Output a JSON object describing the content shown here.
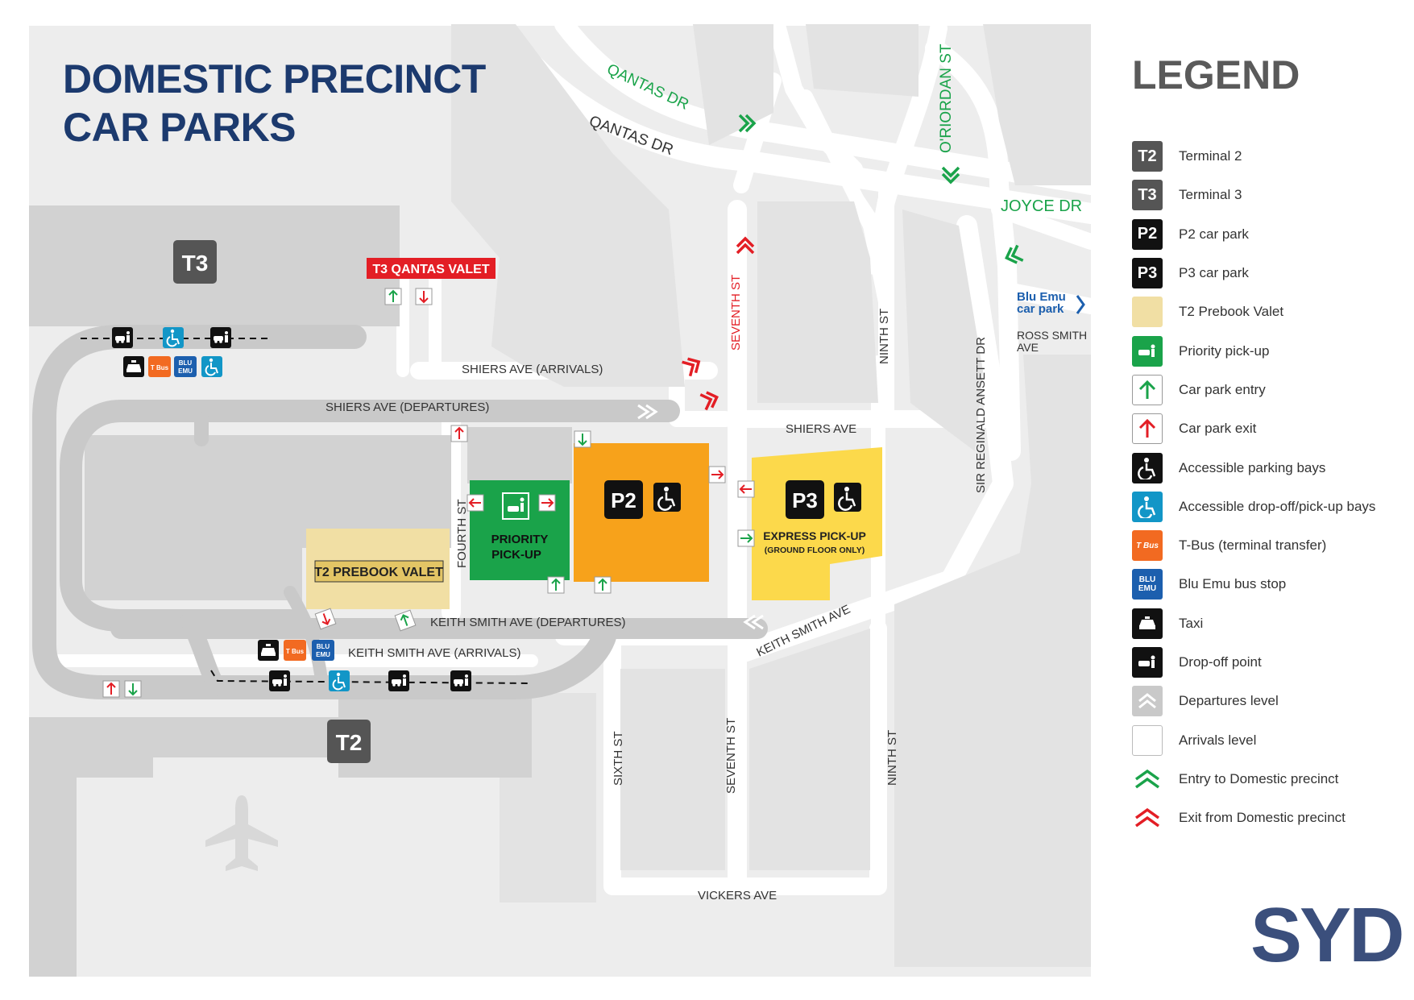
{
  "title": {
    "line1": "DOMESTIC PRECINCT",
    "line2": "CAR PARKS"
  },
  "terminals": {
    "t3": "T3",
    "t2": "T2"
  },
  "car_parks": {
    "p2": "P2",
    "p3": "P3",
    "t3_valet": "T3 QANTAS VALET",
    "t2_valet": "T2 PREBOOK VALET",
    "priority_line1": "PRIORITY",
    "priority_line2": "PICK-UP",
    "express_line1": "EXPRESS PICK-UP",
    "express_line2": "(GROUND FLOOR ONLY)",
    "blu_emu_line1": "Blu Emu",
    "blu_emu_line2": "car park"
  },
  "streets": {
    "qantas_dr_1": "QANTAS DR",
    "qantas_dr_2": "QANTAS DR",
    "oriordan": "O'RIORDAN ST",
    "joyce": "JOYCE DR",
    "seventh_top": "SEVENTH ST",
    "ninth_top": "NINTH ST",
    "ansett": "SIR REGINALD ANSETT DR",
    "ross_line1": "ROSS SMITH",
    "ross_line2": "AVE",
    "shiers_arr": "SHIERS AVE (ARRIVALS)",
    "shiers_dep": "SHIERS AVE (DEPARTURES)",
    "shiers": "SHIERS AVE",
    "fourth": "FOURTH ST",
    "keith_dep": "KEITH SMITH AVE (DEPARTURES)",
    "keith_arr": "KEITH SMITH AVE (ARRIVALS)",
    "keith": "KEITH SMITH AVE",
    "sixth": "SIXTH ST",
    "seventh_bottom": "SEVENTH ST",
    "ninth_bottom": "NINTH ST",
    "vickers": "VICKERS AVE"
  },
  "badges": {
    "tbus": "T Bus",
    "bluemu_1": "BLU",
    "bluemu_2": "EMU"
  },
  "legend": {
    "title": "LEGEND",
    "items": [
      {
        "key": "t2",
        "symbol": "T2",
        "label": "Terminal 2"
      },
      {
        "key": "t3",
        "symbol": "T3",
        "label": "Terminal 3"
      },
      {
        "key": "p2",
        "symbol": "P2",
        "label": "P2 car park"
      },
      {
        "key": "p3",
        "symbol": "P3",
        "label": "P3 car park"
      },
      {
        "key": "valet",
        "symbol": "",
        "label": "T2 Prebook Valet"
      },
      {
        "key": "priority",
        "symbol": "",
        "label": "Priority pick-up"
      },
      {
        "key": "entry",
        "symbol": "",
        "label": "Car park entry"
      },
      {
        "key": "exit",
        "symbol": "",
        "label": "Car park exit"
      },
      {
        "key": "accessible",
        "symbol": "",
        "label": "Accessible parking bays"
      },
      {
        "key": "accessible_drop",
        "symbol": "",
        "label": "Accessible drop-off/pick-up bays"
      },
      {
        "key": "tbus",
        "symbol": "",
        "label": "T-Bus (terminal transfer)"
      },
      {
        "key": "bluemu",
        "symbol": "",
        "label": "Blu Emu bus stop"
      },
      {
        "key": "taxi",
        "symbol": "",
        "label": "Taxi"
      },
      {
        "key": "dropoff",
        "symbol": "",
        "label": "Drop-off point"
      },
      {
        "key": "departures",
        "symbol": "",
        "label": "Departures level"
      },
      {
        "key": "arrivals",
        "symbol": "",
        "label": "Arrivals level"
      },
      {
        "key": "entry_precinct",
        "symbol": "",
        "label": "Entry to Domestic precinct"
      },
      {
        "key": "exit_precinct",
        "symbol": "",
        "label": "Exit from Domestic precinct"
      }
    ]
  },
  "logo": "SYD",
  "colors": {
    "navy": "#1c3a6e",
    "map_bg": "#ededed",
    "road": "#ffffff",
    "building": "#cfcfcf",
    "dep_road": "#c8c8c8",
    "p2": "#f7a21b",
    "p3": "#fcd94b",
    "priority": "#1aa34a",
    "valet": "#f1dfa4",
    "red": "#e31e25",
    "green": "#1aa34a",
    "teal": "#1296c7",
    "tbus": "#f26a21",
    "bluemu": "#1c5fae",
    "terminal": "#555555"
  }
}
